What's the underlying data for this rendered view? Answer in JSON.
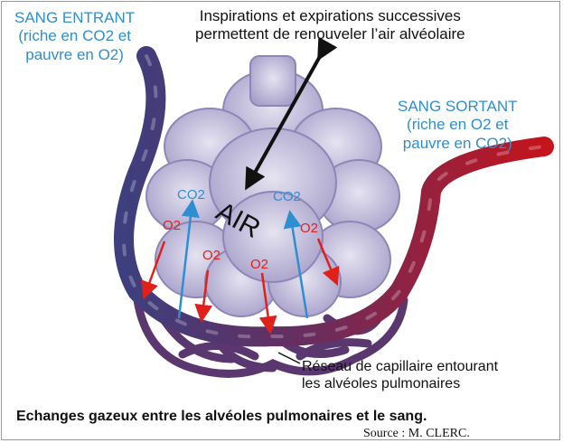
{
  "labels": {
    "sang_entrant": [
      "SANG ENTRANT",
      "(riche en CO2 et",
      "pauvre en O2)"
    ],
    "sang_sortant": [
      "SANG SORTANT",
      "(riche en O2 et",
      "pauvre en CO2)"
    ],
    "inspirations": [
      "Inspirations et expirations successives",
      "permettent de renouveler l’air alvéolaire"
    ],
    "air": "AIR",
    "co2_left": "CO2",
    "co2_right": "CO2",
    "o2_labels": [
      "O2",
      "O2",
      "O2",
      "O2"
    ],
    "reseau": [
      "Réseau de capillaire entourant",
      "les alvéoles pulmonaires"
    ],
    "caption": "Echanges gazeux entre les alvéoles pulmonaires et le sang.",
    "source": "Source : M. CLERC."
  },
  "colors": {
    "text_blue": "#2e8fd0",
    "o2_red": "#e0201b",
    "co2_blue": "#2e8fd0",
    "alveoli": "#bcb6d8",
    "blood_in": "#3d3f7e",
    "blood_out": "#c4141c"
  }
}
